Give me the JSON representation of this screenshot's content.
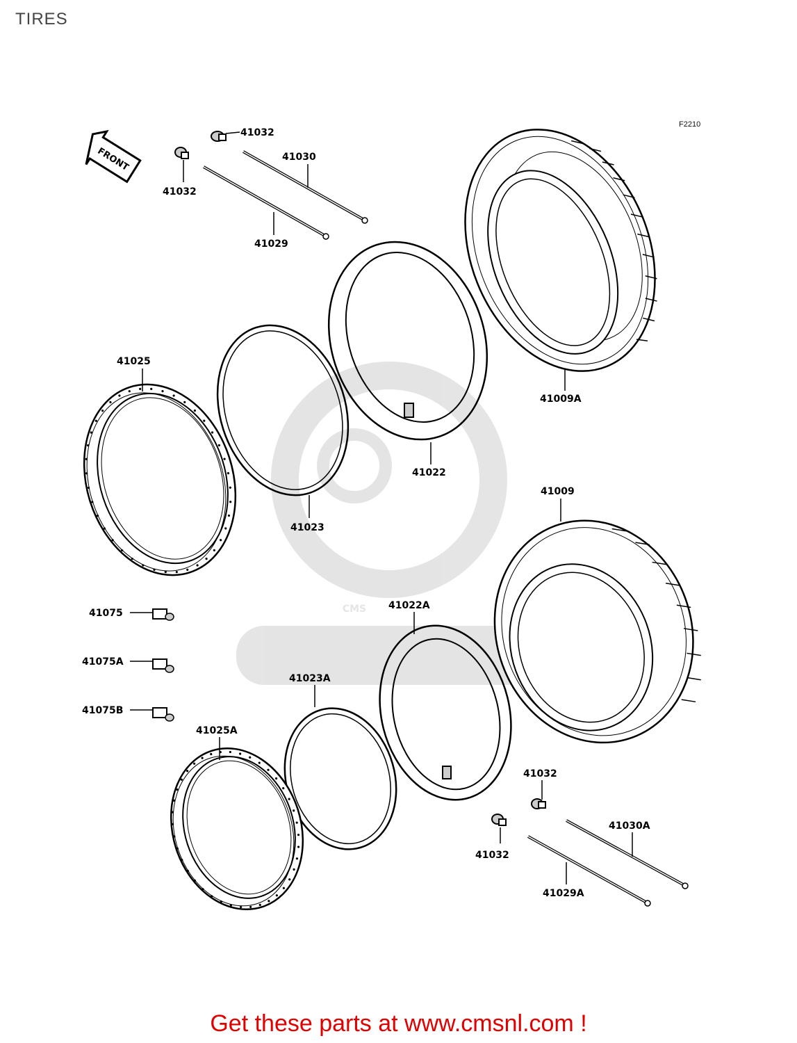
{
  "page": {
    "title": "TIRES",
    "figure_code": "F2210",
    "footer": "Get these parts at www.cmsnl.com !"
  },
  "watermark": {
    "logo_text": "CMS",
    "url_text": "WWW.CMSNL.COM"
  },
  "front_marker": {
    "label": "FRONT"
  },
  "callouts": {
    "valve_cap_top_right": "41032",
    "valve_cap_top_left": "41032",
    "spoke_outer_front": "41030",
    "spoke_inner_front": "41029",
    "tire_front": "41009A",
    "rim_front": "41025",
    "rim_band_front": "41023",
    "tube_front": "41022",
    "tire_rear": "41009",
    "balancer_1": "41075",
    "balancer_2": "41075A",
    "balancer_3": "41075B",
    "tube_rear": "41022A",
    "rim_band_rear": "41023A",
    "rim_rear": "41025A",
    "valve_cap_bottom_upper": "41032",
    "valve_cap_bottom_lower": "41032",
    "spoke_outer_rear": "41030A",
    "spoke_inner_rear": "41029A"
  }
}
